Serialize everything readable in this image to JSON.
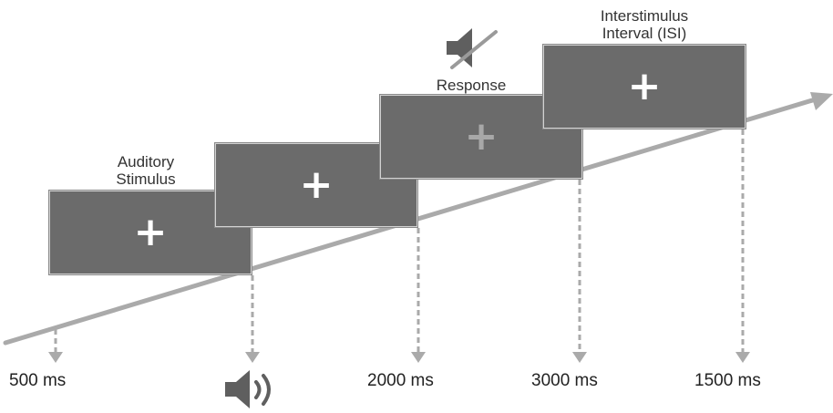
{
  "colors": {
    "screen_fill": "#6b6b6b",
    "cross_normal": "#ffffff",
    "cross_dim": "#a8a8a8",
    "arrow": "#aaaaaa",
    "icon": "#5f5f5f",
    "text": "#333333"
  },
  "phases": [
    {
      "label_lines": [
        "Auditory",
        "Stimulus"
      ],
      "cross": "+",
      "cross_style": "normal"
    },
    {
      "label_lines": [],
      "cross": "+",
      "cross_style": "normal"
    },
    {
      "label_lines": [
        "Response"
      ],
      "cross": "+",
      "cross_style": "dim"
    },
    {
      "label_lines": [
        "Interstimulus",
        "Interval (ISI)"
      ],
      "cross": "+",
      "cross_style": "normal"
    }
  ],
  "timings": [
    "500 ms",
    "",
    "2000 ms",
    "3000 ms",
    "1500 ms"
  ],
  "icons": {
    "sound_on": "speaker-with-sound-waves-icon",
    "sound_off": "muted-speaker-icon"
  }
}
